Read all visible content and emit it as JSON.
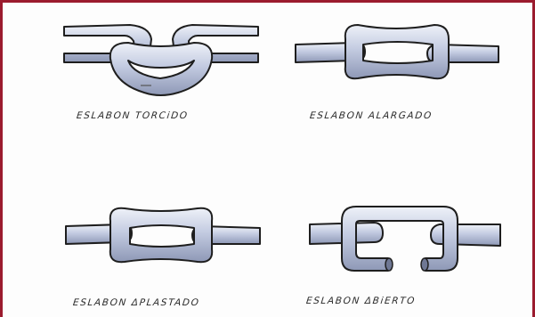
{
  "captions": {
    "twisted": "ESLABON  TORCiDO",
    "elongated": "ESLABON  ALARGADO",
    "flattened": "ESLABON  ΔPLASTADO",
    "open": "ESLABON  ΔBiERTO"
  },
  "colors": {
    "frame": "#9b1b2e",
    "link_fill": "#c3cbe1",
    "link_shadow": "#8e98b6",
    "outline": "#1e1e1e"
  }
}
